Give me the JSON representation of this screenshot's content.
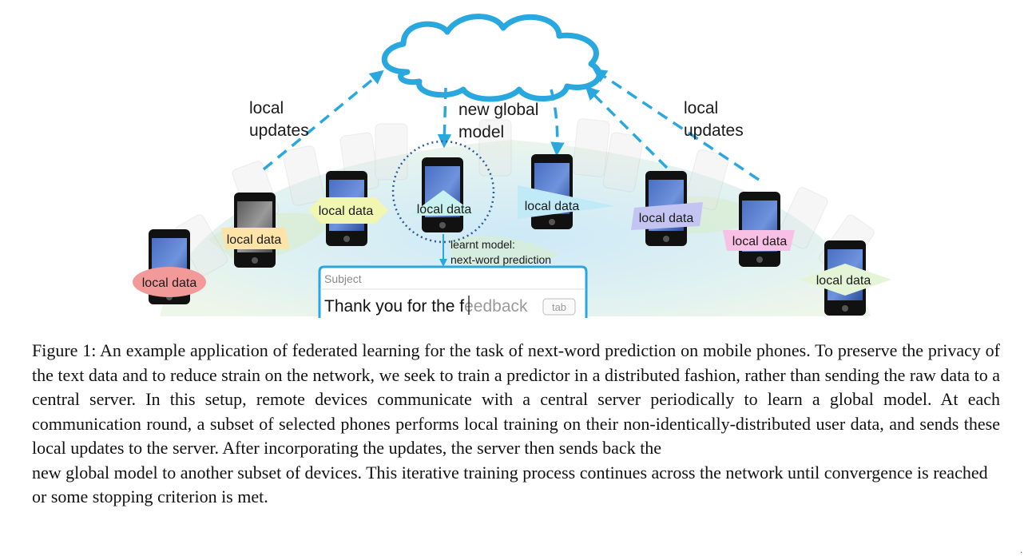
{
  "figure": {
    "label_local_updates_left": [
      "local",
      "updates"
    ],
    "label_local_updates_right": [
      "local",
      "updates"
    ],
    "label_new_global_model": [
      "new global",
      "model"
    ],
    "label_learnt_model": [
      "learnt model:",
      "next-word prediction"
    ],
    "local_data_label": "local data",
    "local_data_colors": [
      "#f29a9a",
      "#fde3a7",
      "#f1f6b0",
      "#c8f2f0",
      "#bfeaf6",
      "#c4c4f3",
      "#f7c0e4",
      "#e4f4d6"
    ],
    "accent_color": "#29a8e0",
    "email_mock": {
      "subject_label": "Subject",
      "typed_text": "Thank you for the f",
      "suggested_text": "eedback",
      "tab_key": "tab"
    }
  },
  "caption": {
    "text": "Figure 1: An example application of federated learning for the task of next-word prediction on mobile phones. To preserve the privacy of the text data and to reduce strain on the network, we seek to train a predictor in a distributed fashion, rather than sending the raw data to a central server. In this setup, remote devices communicate with a central server periodically to learn a global model. At each communication round, a subset of selected phones performs local training on their non-identically-distributed user data, and sends these local updates to the server. After incorporating the updates, the server then sends back the",
    "last_line": "new global model to another subset of devices. This iterative training process continues across the network until convergence is reached or some stopping criterion is met."
  },
  "corner_mark": "."
}
